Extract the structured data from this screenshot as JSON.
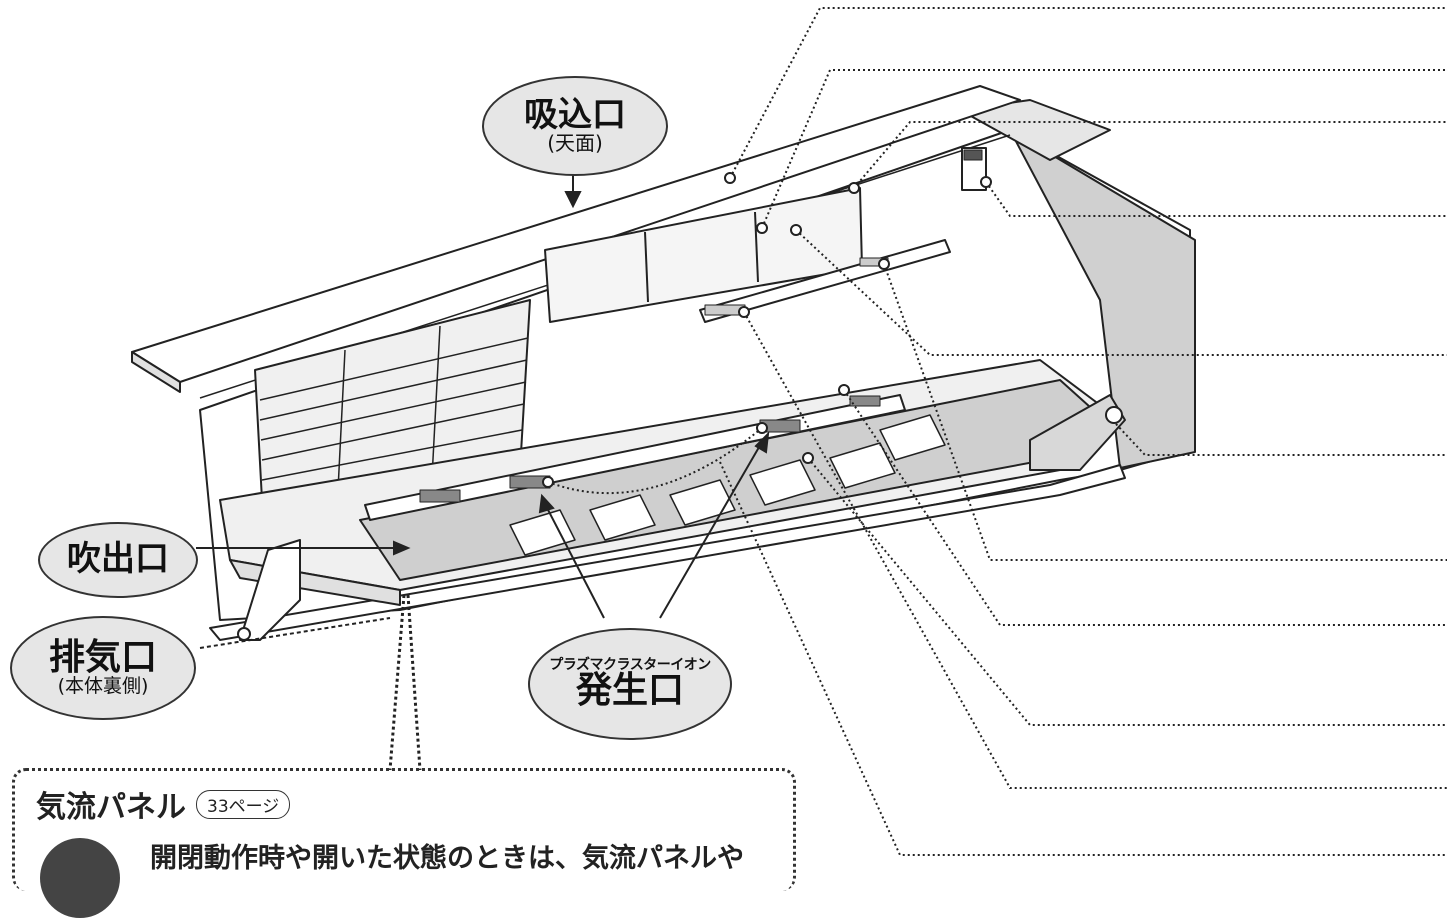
{
  "labels": {
    "intake": {
      "main": "吸込口",
      "sub": "(天面)"
    },
    "outlet": {
      "main": "吹出口"
    },
    "exhaust": {
      "main": "排気口",
      "sub": "(本体裏側)"
    },
    "plasma": {
      "small": "プラズマクラスターイオン",
      "main": "発生口"
    }
  },
  "panel": {
    "title": "気流パネル",
    "page_ref": "33ページ",
    "notice": "開閉動作時や開いた状態のときは、気流パネルや"
  },
  "colors": {
    "line": "#222222",
    "bubble_fill": "#e6e6e6",
    "body": "#ffffff",
    "shade": "#cfcfcf"
  }
}
